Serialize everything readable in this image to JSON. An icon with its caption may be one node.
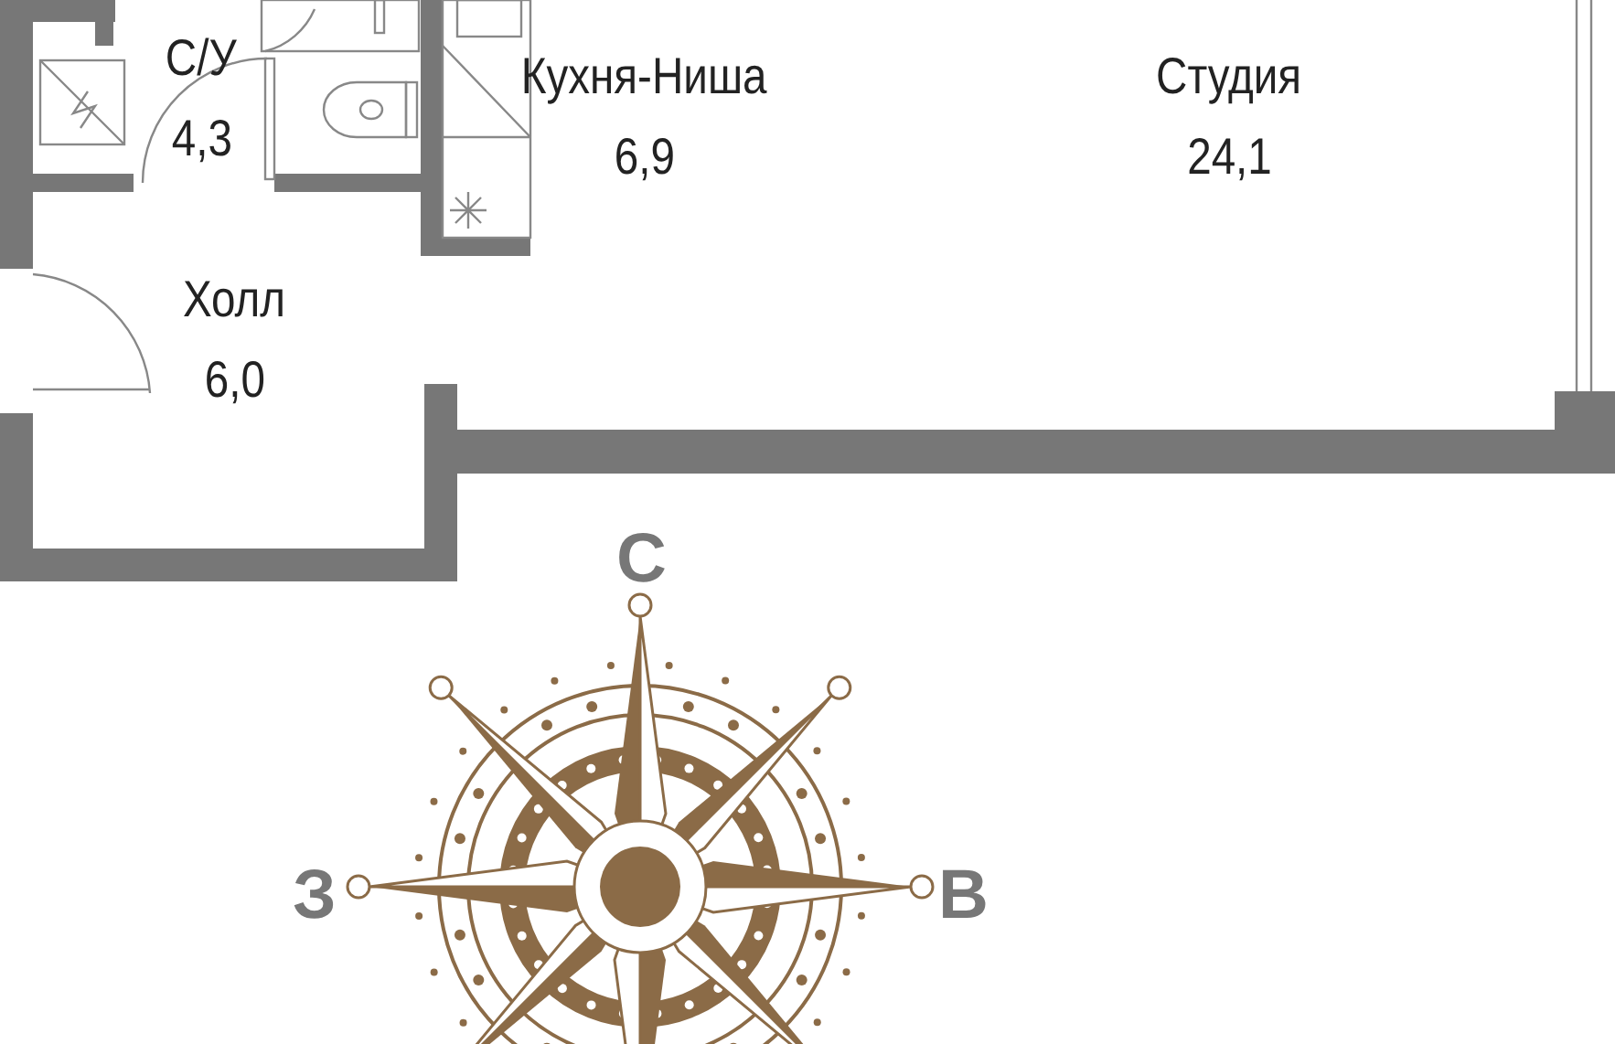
{
  "diagram": {
    "nodes": [
      {
        "text": [
          "С/У",
          "4,3"
        ]
      },
      {
        "text": [
          "Кухня-Ниша",
          "6,9"
        ]
      },
      {
        "text": [
          "Студия",
          "24,1"
        ]
      },
      {
        "text": [
          "Холл",
          "6,0"
        ]
      }
    ],
    "labels": [
      "С",
      "З",
      "В"
    ]
  }
}
